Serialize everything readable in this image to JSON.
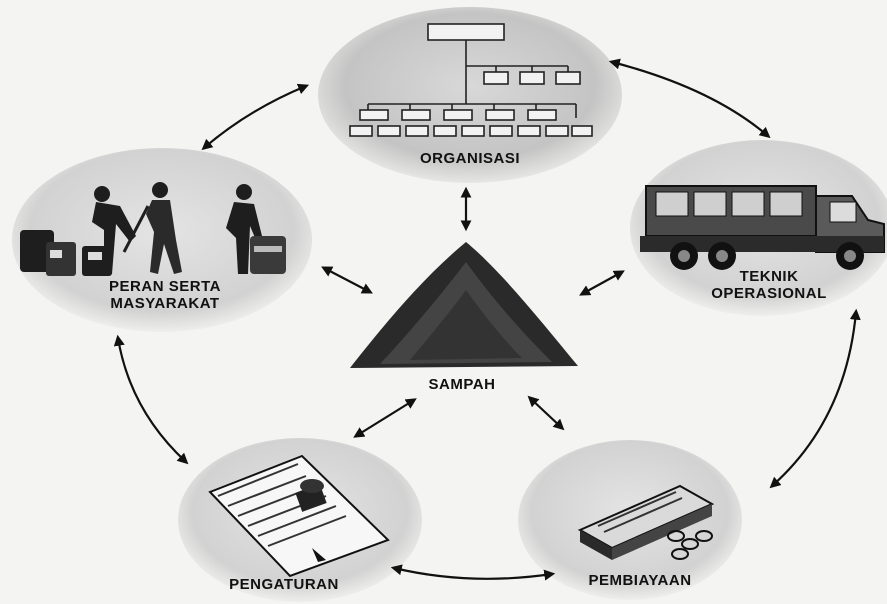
{
  "nodes": {
    "center": "SAMPAH",
    "top": "ORGANISASI",
    "right": [
      "TEKNIK",
      "OPERASIONAL"
    ],
    "left": [
      "PERAN SERTA",
      "MASYARAKAT"
    ],
    "bottom_left": "PENGATURAN",
    "bottom_right": "PEMBIAYAAN"
  }
}
